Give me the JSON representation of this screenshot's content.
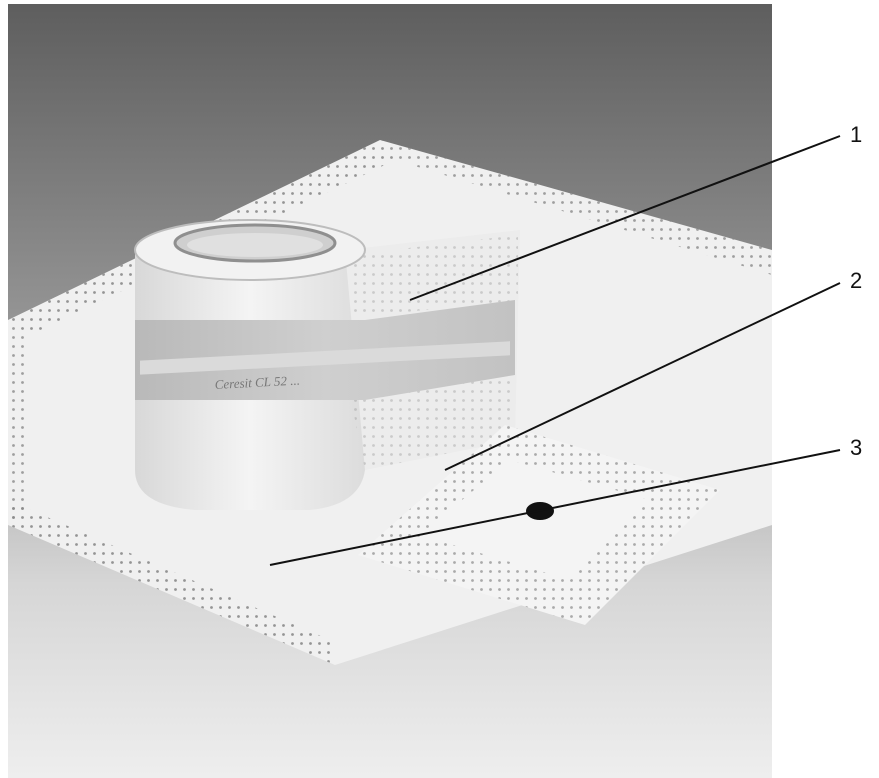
{
  "figure": {
    "callouts": [
      {
        "label": "1"
      },
      {
        "label": "2"
      },
      {
        "label": "3"
      }
    ],
    "tape_print": "Ceresit CL 52 ...",
    "colors": {
      "background_top": "#6a6a6a",
      "background_bottom": "#e8e8e8",
      "sheet": "#f2f2f2",
      "band": "#c9c9c9",
      "leader": "#111111"
    }
  }
}
